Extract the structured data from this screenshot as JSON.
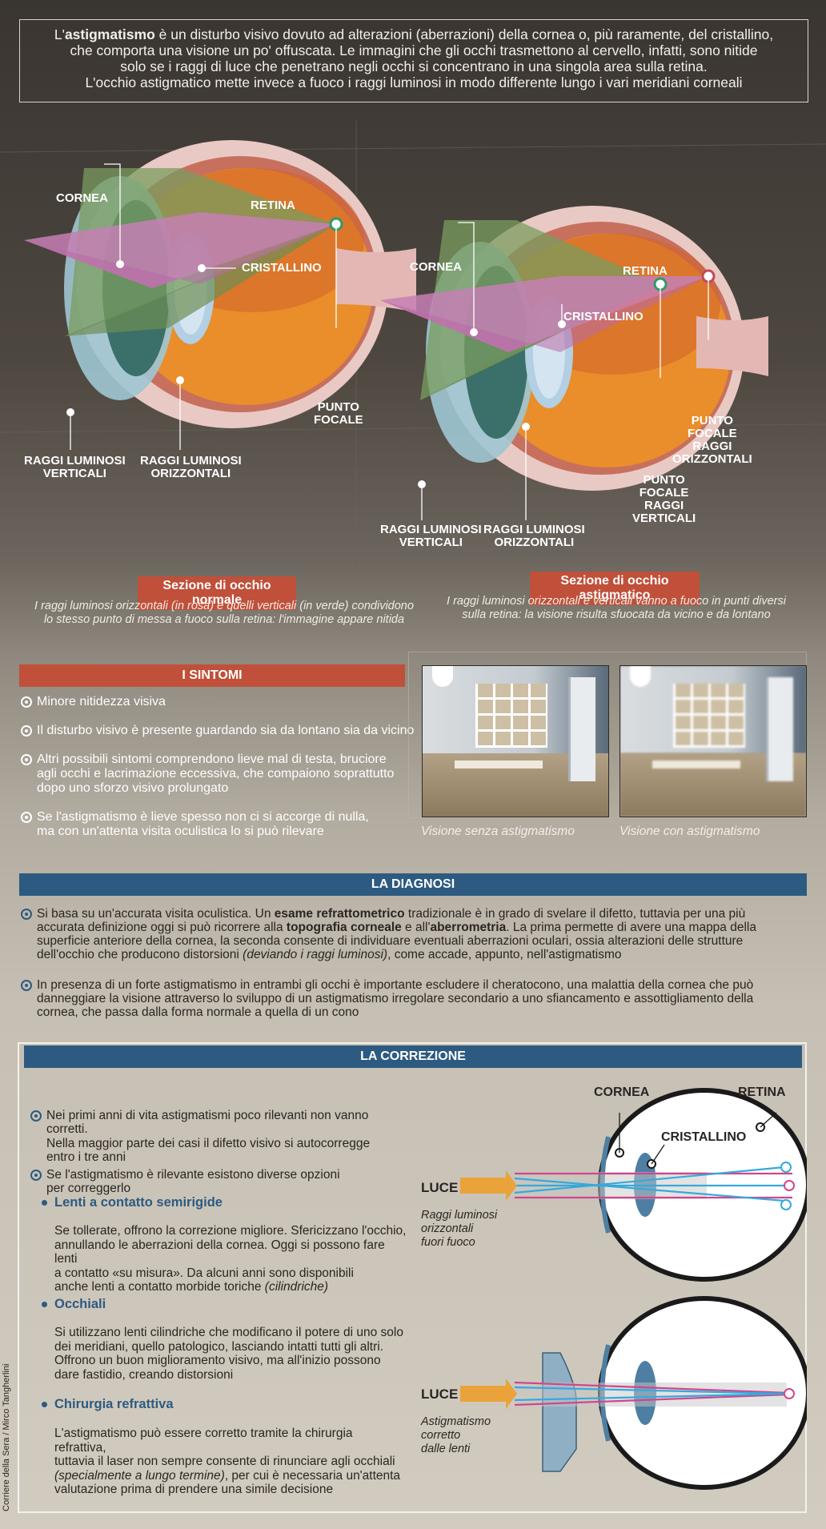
{
  "intro": {
    "line1_pre": "L'",
    "line1_bold": "astigmatismo",
    "line1_post": " è un disturbo visivo dovuto ad alterazioni (aberrazioni) della cornea o, più raramente, del cristallino,",
    "line2": "che comporta una visione un po' offuscata. Le immagini che gli occhi trasmettono al cervello, infatti, sono nitide",
    "line3": "solo se i raggi di luce che penetrano negli occhi si concentrano in una singola area sulla retina.",
    "line4": "L'occhio astigmatico mette invece a fuoco i raggi luminosi in modo differente lungo i vari meridiani corneali"
  },
  "normal_eye": {
    "labels": {
      "cornea": "CORNEA",
      "retina": "RETINA",
      "cristallino": "CRISTALLINO",
      "punto_focale": "PUNTO\nFOCALE",
      "raggi_verticali": "RAGGI LUMINOSI\nVERTICALI",
      "raggi_orizzontali": "RAGGI LUMINOSI\nORIZZONTALI"
    },
    "tag": "Sezione di occhio normale",
    "desc_line1": "I raggi luminosi orizzontali (in rosa) e quelli verticali (in verde) condividono",
    "desc_line2": "lo stesso punto di messa a fuoco sulla retina: l'immagine appare nitida"
  },
  "astig_eye": {
    "labels": {
      "cornea": "CORNEA",
      "retina": "RETINA",
      "cristallino": "CRISTALLINO",
      "punto_focale_orizz": "PUNTO\nFOCALE\nRAGGI\nORIZZONTALI",
      "punto_focale_vert": "PUNTO\nFOCALE\nRAGGI\nVERTICALI",
      "raggi_verticali": "RAGGI LUMINOSI\nVERTICALI",
      "raggi_orizzontali": "RAGGI LUMINOSI\nORIZZONTALI"
    },
    "tag": "Sezione di occhio astigmatico",
    "desc_line1": "I raggi luminosi orizzontali e verticali vanno a fuoco in punti diversi",
    "desc_line2": "sulla retina: la visione risulta sfuocata da vicino e da lontano"
  },
  "sintomi": {
    "title": "I SINTOMI",
    "items": [
      "Minore nitidezza visiva",
      "Il disturbo visivo è presente guardando sia da lontano sia da vicino",
      "Altri possibili sintomi comprendono lieve mal di testa, bruciore\nagli occhi e lacrimazione eccessiva, che compaiono soprattutto\ndopo uno sforzo visivo prolungato",
      "Se l'astigmatismo è lieve spesso non ci si accorge di nulla,\nma con un'attenta visita oculistica lo si può rilevare"
    ],
    "caption_left": "Visione senza astigmatismo",
    "caption_right": "Visione con astigmatismo"
  },
  "diagnosi": {
    "title": "LA DIAGNOSI",
    "p1_a": "Si basa su un'accurata visita oculistica. Un ",
    "p1_b": "esame refrattometrico",
    "p1_c": " tradizionale è in grado di svelare il difetto, tuttavia per una più accurata definizione oggi si può ricorrere alla ",
    "p1_d": "topografia corneale",
    "p1_e": " e all'",
    "p1_f": "aberrometria",
    "p1_g": ". La prima permette di avere una mappa della superficie anteriore della cornea, la seconda consente di individuare eventuali aberrazioni oculari, ossia alterazioni delle strutture dell'occhio che producono distorsioni ",
    "p1_h": "(deviando i raggi luminosi)",
    "p1_i": ", come accade, appunto, nell'astigmatismo",
    "p2": "In presenza di un forte astigmatismo in entrambi gli occhi è importante escludere il cheratocono, una malattia della cornea che può danneggiare la visione attraverso lo sviluppo di un astigmatismo irregolare secondario a uno sfiancamento e assottigliamento della cornea, che passa dalla forma normale a quella di un cono"
  },
  "correzione": {
    "title": "LA CORREZIONE",
    "b1": "Nei primi anni di vita astigmatismi poco rilevanti non vanno corretti.\nNella maggior parte dei casi il difetto visivo si autocorregge\nentro i tre anni",
    "b2": "Se l'astigmatismo è rilevante esistono diverse opzioni\nper correggerlo",
    "lenti_title": "Lenti a contatto semirigide",
    "lenti_a": "Se tollerate, offrono la correzione migliore. Sfericizzano l'occhio,\nannullando le aberrazioni della cornea. Oggi si possono fare lenti\na contatto «su misura». Da alcuni anni sono disponibili\nanche lenti a contatto morbide toriche ",
    "lenti_b": "(cilindriche)",
    "occhiali_title": "Occhiali",
    "occhiali_text": "Si utilizzano lenti cilindriche che modificano il potere di uno solo\ndei meridiani, quello patologico, lasciando intatti tutti gli altri.\nOffrono un buon miglioramento visivo, ma all'inizio possono\ndare fastidio, creando distorsioni",
    "chirurgia_title": "Chirurgia refrattiva",
    "chir_a": "L'astigmatismo può essere corretto tramite la chirurgia refrattiva,\ntuttavia il laser non sempre consente di rinunciare agli occhiali\n",
    "chir_b": "(specialmente a lungo termine)",
    "chir_c": ", per cui è necessaria un'attenta\nvalutazione prima di prendere una simile decisione",
    "diagram": {
      "cornea": "CORNEA",
      "retina": "RETINA",
      "cristallino": "CRISTALLINO",
      "luce1": "LUCE",
      "cap1": "Raggi luminosi\norizzontali\nfuori fuoco",
      "luce2": "LUCE",
      "cap2": "Astigmatismo\ncorretto\ndalle lenti"
    }
  },
  "credit": "Corriere della Sera / Mirco Tangherlini",
  "colors": {
    "accent_red": "#c0503a",
    "accent_blue": "#2d5a80",
    "ray_pink": "#d1458c",
    "ray_cyan": "#35a9dc",
    "arrow_orange": "#e9a33a"
  }
}
